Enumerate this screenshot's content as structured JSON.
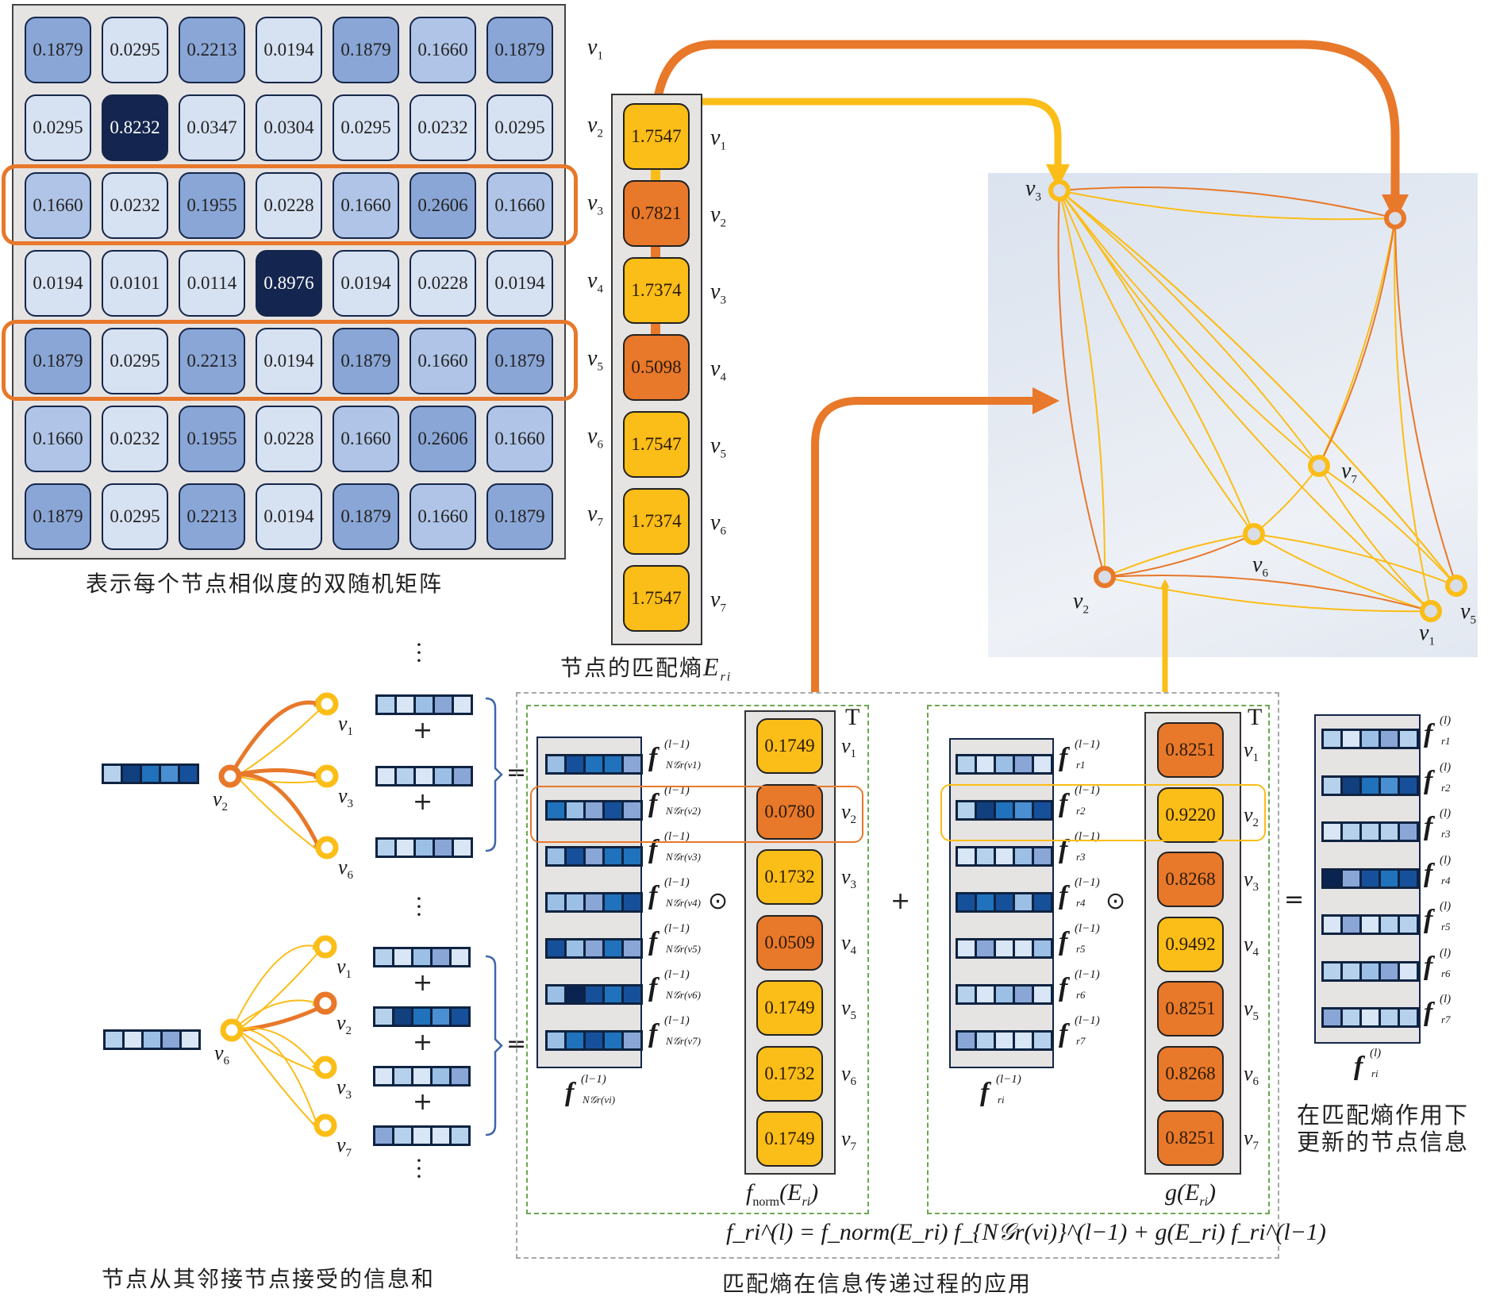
{
  "colors": {
    "orange": "#e8782a",
    "yellow": "#fbbd17",
    "green_dash": "#6aa84f",
    "gray_dash": "#a8a8a8",
    "cell_border": "#14264a",
    "panel_bg": "#e6e3e3"
  },
  "similarity_matrix": {
    "caption": "表示每个节点相似度的双随机矩阵",
    "row_labels": [
      "v1",
      "v2",
      "v3",
      "v4",
      "v5",
      "v6",
      "v7"
    ],
    "highlighted_rows": [
      2,
      4
    ],
    "rows": [
      [
        "0.1879",
        "0.0295",
        "0.2213",
        "0.0194",
        "0.1879",
        "0.1660",
        "0.1879"
      ],
      [
        "0.0295",
        "0.8232",
        "0.0347",
        "0.0304",
        "0.0295",
        "0.0232",
        "0.0295"
      ],
      [
        "0.1660",
        "0.0232",
        "0.1955",
        "0.0228",
        "0.1660",
        "0.2606",
        "0.1660"
      ],
      [
        "0.0194",
        "0.0101",
        "0.0114",
        "0.8976",
        "0.0194",
        "0.0228",
        "0.0194"
      ],
      [
        "0.1879",
        "0.0295",
        "0.2213",
        "0.0194",
        "0.1879",
        "0.1660",
        "0.1879"
      ],
      [
        "0.1660",
        "0.0232",
        "0.1955",
        "0.0228",
        "0.1660",
        "0.2606",
        "0.1660"
      ],
      [
        "0.1879",
        "0.0295",
        "0.2213",
        "0.0194",
        "0.1879",
        "0.1660",
        "0.1879"
      ]
    ]
  },
  "matching_entropy": {
    "caption_text": "节点的匹配熵",
    "caption_symbol": "E",
    "caption_sub": "ri",
    "labels": [
      "v1",
      "v2",
      "v3",
      "v4",
      "v5",
      "v6",
      "v7"
    ],
    "values": [
      "1.7547",
      "0.7821",
      "1.7374",
      "0.5098",
      "1.7547",
      "1.7374",
      "1.7547"
    ],
    "tones": [
      "yellow",
      "orange",
      "yellow",
      "orange",
      "yellow",
      "yellow",
      "yellow"
    ]
  },
  "graph": {
    "nodes": [
      {
        "id": "v1",
        "label": "v1",
        "tone": "yellow"
      },
      {
        "id": "v2",
        "label": "v2",
        "tone": "orange"
      },
      {
        "id": "v3",
        "label": "v3",
        "tone": "yellow"
      },
      {
        "id": "v4",
        "label": "",
        "tone": "orange"
      },
      {
        "id": "v5",
        "label": "v5",
        "tone": "yellow"
      },
      {
        "id": "v6",
        "label": "v6",
        "tone": "yellow"
      },
      {
        "id": "v7",
        "label": "v7",
        "tone": "yellow"
      }
    ]
  },
  "aggregation": {
    "caption": "节点从其邻接节点接受的信息和",
    "groups": [
      {
        "center": "v2",
        "center_tone": "orange",
        "center_vector": [
          2,
          8,
          6,
          5,
          7
        ],
        "neighbors": [
          {
            "label": "v1",
            "tone": "yellow",
            "vector": [
              2,
              1,
              3,
              4,
              1
            ]
          },
          {
            "label": "v3",
            "tone": "yellow",
            "vector": [
              1,
              2,
              1,
              3,
              4
            ]
          },
          {
            "label": "v6",
            "tone": "yellow",
            "vector": [
              2,
              1,
              3,
              4,
              1
            ]
          }
        ]
      },
      {
        "center": "v6",
        "center_tone": "yellow",
        "center_vector": [
          2,
          1,
          3,
          4,
          1
        ],
        "neighbors": [
          {
            "label": "v1",
            "tone": "yellow",
            "vector": [
              2,
              1,
              3,
              4,
              1
            ]
          },
          {
            "label": "v2",
            "tone": "orange",
            "vector": [
              2,
              8,
              6,
              5,
              7
            ]
          },
          {
            "label": "v3",
            "tone": "yellow",
            "vector": [
              1,
              2,
              1,
              3,
              4
            ]
          },
          {
            "label": "v7",
            "tone": "yellow",
            "vector": [
              4,
              2,
              1,
              1,
              2
            ]
          }
        ]
      }
    ],
    "plus": "+",
    "equals": "="
  },
  "message_passing": {
    "caption": "匹配熵在信息传递过程的应用",
    "transpose": "T",
    "hadamard": "⊙",
    "plus": "+",
    "equals": "=",
    "neighbor_features": {
      "label_base": "f",
      "label_sup": "(l−1)",
      "row_subs": [
        "N𝒢r(v1)",
        "N𝒢r(v2)",
        "N𝒢r(v3)",
        "N𝒢r(v4)",
        "N𝒢r(v5)",
        "N𝒢r(v6)",
        "N𝒢r(v7)"
      ],
      "caption_sub": "N𝒢r(vi)",
      "vectors": [
        [
          3,
          7,
          6,
          6,
          4
        ],
        [
          6,
          3,
          4,
          7,
          4
        ],
        [
          3,
          7,
          4,
          6,
          6
        ],
        [
          3,
          3,
          4,
          6,
          7
        ],
        [
          7,
          3,
          4,
          6,
          4
        ],
        [
          3,
          9,
          7,
          6,
          7
        ],
        [
          3,
          6,
          7,
          6,
          4
        ]
      ]
    },
    "f_norm": {
      "caption": "fnorm(Eri)",
      "caption_f": "f",
      "caption_sub": "norm",
      "caption_arg": "(E",
      "caption_arg_sub": "ri",
      "caption_close": ")",
      "labels": [
        "v1",
        "v2",
        "v3",
        "v4",
        "v5",
        "v6",
        "v7"
      ],
      "values": [
        "0.1749",
        "0.0780",
        "0.1732",
        "0.0509",
        "0.1749",
        "0.1732",
        "0.1749"
      ],
      "tones": [
        "yellow",
        "orange",
        "yellow",
        "orange",
        "yellow",
        "yellow",
        "yellow"
      ]
    },
    "self_features": {
      "label_base": "f",
      "label_sup": "(l−1)",
      "row_subs": [
        "r1",
        "r2",
        "r3",
        "r4",
        "r5",
        "r6",
        "r7"
      ],
      "caption_sub": "ri",
      "vectors": [
        [
          2,
          1,
          3,
          4,
          1
        ],
        [
          2,
          8,
          6,
          5,
          7
        ],
        [
          1,
          2,
          1,
          3,
          4
        ],
        [
          7,
          6,
          7,
          3,
          7
        ],
        [
          1,
          4,
          1,
          1,
          3
        ],
        [
          2,
          1,
          3,
          4,
          1
        ],
        [
          4,
          2,
          1,
          1,
          2
        ]
      ]
    },
    "g": {
      "caption": "g(Eri)",
      "labels": [
        "v1",
        "v2",
        "v3",
        "v4",
        "v5",
        "v6",
        "v7"
      ],
      "values": [
        "0.8251",
        "0.9220",
        "0.8268",
        "0.9492",
        "0.8251",
        "0.8268",
        "0.8251"
      ],
      "tones": [
        "orange",
        "yellow",
        "orange",
        "yellow",
        "orange",
        "orange",
        "orange"
      ]
    },
    "formula": "f_ri^(l) = f_norm(E_ri) f_{N𝒢r(vi)}^(l−1) + g(E_ri) f_ri^(l−1)"
  },
  "updated": {
    "label_base": "f",
    "label_sup": "(l)",
    "row_subs": [
      "r1",
      "r2",
      "r3",
      "r4",
      "r5",
      "r6",
      "r7"
    ],
    "caption_sub": "ri",
    "caption_line1": "在匹配熵作用下",
    "caption_line2": "更新的节点信息",
    "vectors": [
      [
        2,
        1,
        3,
        4,
        2
      ],
      [
        2,
        8,
        6,
        5,
        7
      ],
      [
        1,
        2,
        2,
        2,
        4
      ],
      [
        9,
        4,
        7,
        6,
        7
      ],
      [
        1,
        4,
        1,
        2,
        2
      ],
      [
        2,
        2,
        3,
        4,
        1
      ],
      [
        4,
        2,
        1,
        2,
        2
      ]
    ]
  }
}
